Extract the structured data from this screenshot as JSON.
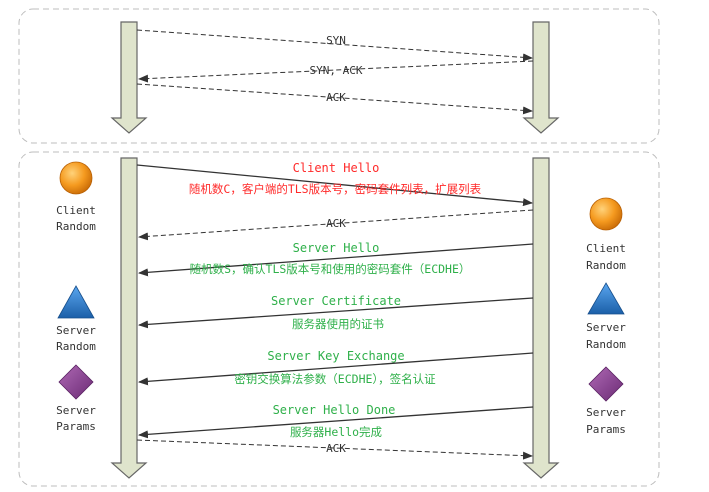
{
  "colors": {
    "red": "#ff2a2a",
    "green": "#2fb04a",
    "dark": "#333333",
    "pillar_fill": "#dfe4cc",
    "pillar_stroke": "#666666",
    "box_stroke": "#bdbdbd",
    "circle_fill": "#f59a1f",
    "triangle_fill": "#2b78c6",
    "diamond_fill": "#8a3b8f"
  },
  "handshake": {
    "syn": "SYN",
    "syn_ack": "SYN, ACK",
    "ack": "ACK"
  },
  "tls": {
    "client_hello": {
      "title": "Client Hello",
      "detail": "随机数C，客户端的TLS版本号，密码套件列表，扩展列表"
    },
    "ack1": "ACK",
    "server_hello": {
      "title": "Server Hello",
      "detail": "随机数S，确认TLS版本号和使用的密码套件（ECDHE）"
    },
    "server_certificate": {
      "title": "Server Certificate",
      "detail": "服务器使用的证书"
    },
    "server_key_exchange": {
      "title": "Server Key Exchange",
      "detail": "密钥交换算法参数（ECDHE），签名认证"
    },
    "server_hello_done": {
      "title": "Server Hello Done",
      "detail": "服务器Hello完成"
    },
    "ack2": "ACK"
  },
  "legend": {
    "client_random": [
      "Client",
      "Random"
    ],
    "server_random": [
      "Server",
      "Random"
    ],
    "server_params": [
      "Server",
      "Params"
    ]
  },
  "icons": {
    "circle": "orange-circle-icon",
    "triangle": "blue-triangle-icon",
    "diamond": "purple-diamond-icon"
  }
}
